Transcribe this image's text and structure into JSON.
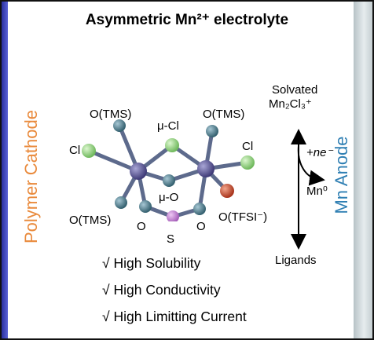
{
  "title": "Asymmetric Mn²⁺ electrolyte",
  "side_labels": {
    "left": "Polymer Cathode",
    "right": "Mn Anode"
  },
  "atom_labels": {
    "o_tms_top_left": "O(TMS)",
    "o_tms_top_right": "O(TMS)",
    "mu_cl": "μ-Cl",
    "cl_left": "Cl",
    "cl_right": "Cl",
    "mu_o": "μ-O",
    "o_tms_bottom_left": "O(TMS)",
    "o_tfsi": "O(TFSI⁻)",
    "o_left": "O",
    "o_right": "O",
    "s": "S"
  },
  "reaction": {
    "top_line1": "Solvated",
    "top_line2": "Mn₂Cl₃⁺",
    "electron": "+ne⁻",
    "product": "Mn⁰",
    "bottom": "Ligands"
  },
  "features": [
    "√ High Solubility",
    "√ High Conductivity",
    "√ High Limitting Current"
  ],
  "colors": {
    "mn_atom": "#5e5a9a",
    "cl_atom": "#9fdc8c",
    "o_atom": "#4f7f95",
    "s_atom": "#c88ad8",
    "o_tfsi_atom": "#c8563a",
    "cathode_text": "#e98a3c",
    "anode_text": "#2f7fb3"
  }
}
